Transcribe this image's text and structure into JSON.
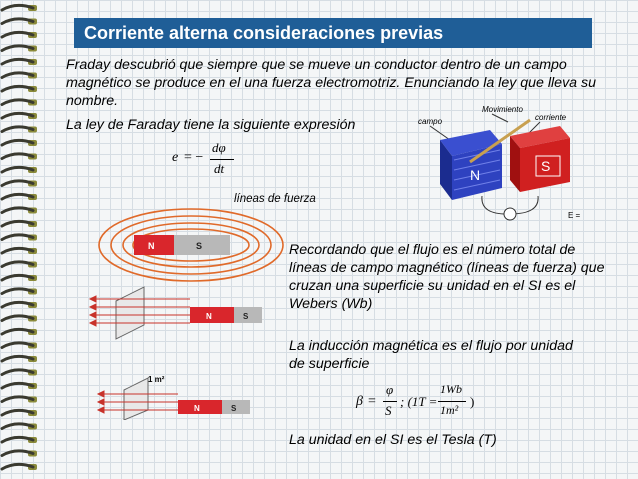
{
  "title": "Corriente alterna consideraciones previas",
  "intro": "Fraday descubrió que siempre que se mueve un conductor dentro de un campo magnético se produce en el una fuerza electromotriz.  Enunciando la ley que lleva su nombre.",
  "law_intro": "La ley de Faraday tiene la siguiente expresión",
  "formula_faraday": {
    "lhs": "e",
    "eq": "= −",
    "num": "dφ",
    "den": "dt"
  },
  "lineas_label": "líneas de fuerza",
  "magnet": {
    "n": "N",
    "s": "S"
  },
  "flux_text": "Recordando que  el flujo  es el número total de líneas de campo magnético (líneas de fuerza) que cruzan una superficie su unidad en  el SI  es el  Webers (Wb)",
  "area_label": "1 m²",
  "induction_text": "La inducción magnética es el flujo por unidad de superficie",
  "formula_beta": {
    "lhs": "β",
    "eq": "=",
    "num": "φ",
    "den": "S",
    "sep": "; (1T =",
    "num2": "1Wb",
    "den2": "1m²",
    "close": ")"
  },
  "unit_text": "La unidad en el SI es el Tesla (T)",
  "generator": {
    "movimiento": "Movimiento",
    "campo": "campo",
    "corriente": "corriente",
    "n": "N",
    "s": "S",
    "e": "E ="
  },
  "colors": {
    "title_bg": "#1f5e97",
    "magnet_red": "#d9262c",
    "magnet_grey": "#b8b8b8",
    "field_line": "#e06a2a",
    "arrow": "#c8322a"
  }
}
